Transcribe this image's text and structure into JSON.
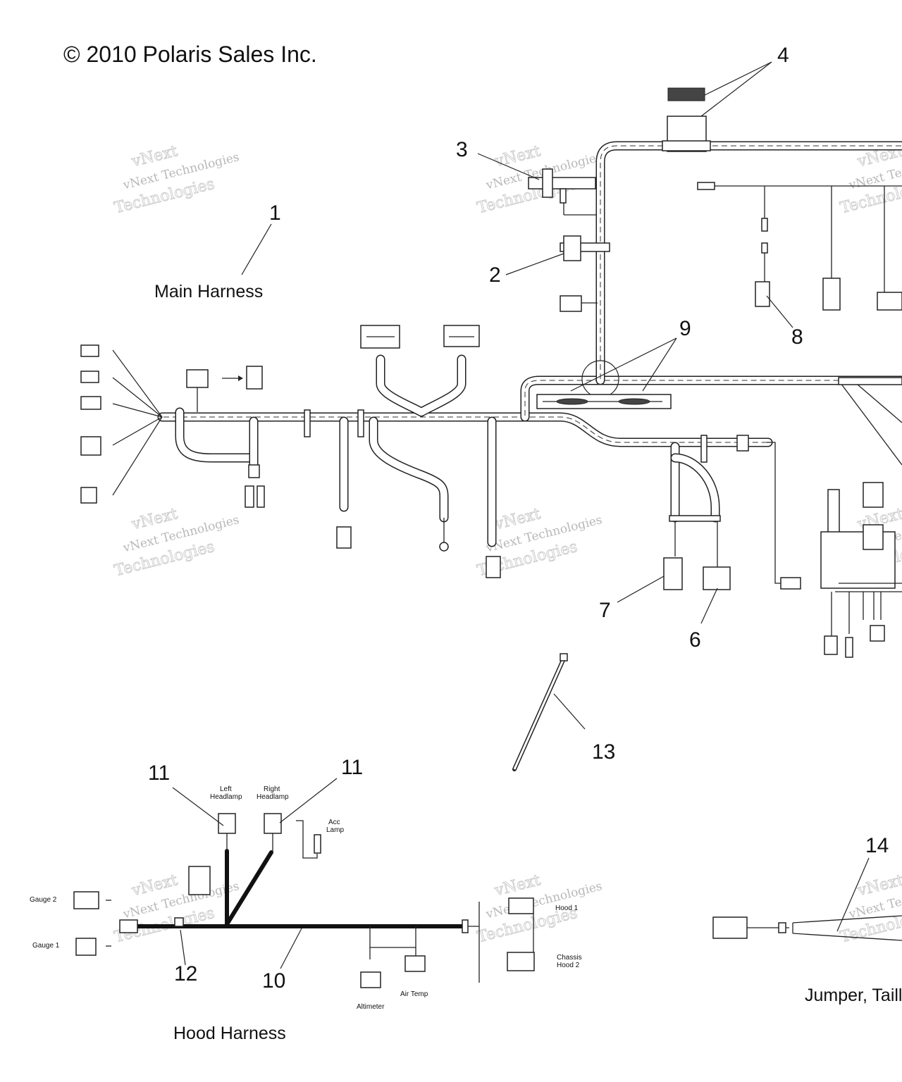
{
  "copyright": "© 2010 Polaris Sales Inc.",
  "watermark": {
    "line1": "vNext Technologies",
    "line2": "Technologies",
    "line3": "vNext"
  },
  "callouts": {
    "c1": "1",
    "c2": "2",
    "c3": "3",
    "c4": "4",
    "c6": "6",
    "c7": "7",
    "c8": "8",
    "c9": "9",
    "c10": "10",
    "c11a": "11",
    "c11b": "11",
    "c12": "12",
    "c13": "13",
    "c14": "14"
  },
  "captions": {
    "main_harness": "Main Harness",
    "hood_harness": "Hood Harness",
    "jumper": "Jumper, Taill"
  },
  "hood_labels": {
    "left_headlamp_1": "Left",
    "left_headlamp_2": "Headlamp",
    "right_headlamp_1": "Right",
    "right_headlamp_2": "Headlamp",
    "acc_lamp_1": "Acc",
    "acc_lamp_2": "Lamp",
    "gauge2": "Gauge 2",
    "gauge1": "Gauge 1",
    "altimeter": "Altimeter",
    "air_temp": "Air Temp",
    "hood1": "Hood 1",
    "chassis_hood2_1": "Chassis",
    "chassis_hood2_2": "Hood 2"
  }
}
